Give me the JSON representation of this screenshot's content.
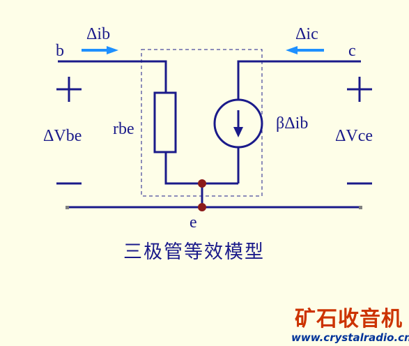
{
  "colors": {
    "background": "#fefee8",
    "wire": "#1a1a8a",
    "signal_arrow": "#1e90ff",
    "node": "#8b1a1a",
    "terminal": "#808080",
    "brand_red": "#cc3300",
    "brand_blue": "#003399"
  },
  "labels": {
    "base": "b",
    "collector": "c",
    "emitter": "e",
    "base_current": "Δib",
    "collector_current": "Δic",
    "resistor": "rbe",
    "current_source": "βΔib",
    "vbe": "ΔVbe",
    "vce": "ΔVce",
    "plus_left": "+",
    "minus_left": "−",
    "plus_right": "+",
    "minus_right": "−"
  },
  "caption": "三极管等效模型",
  "brand": {
    "name": "矿石收音机",
    "url": "www.crystalradio.cn"
  },
  "icons": {
    "base_current_arrow": "arrow-right-icon",
    "collector_current_arrow": "arrow-left-icon",
    "current_source_arrow": "arrow-down-icon"
  }
}
